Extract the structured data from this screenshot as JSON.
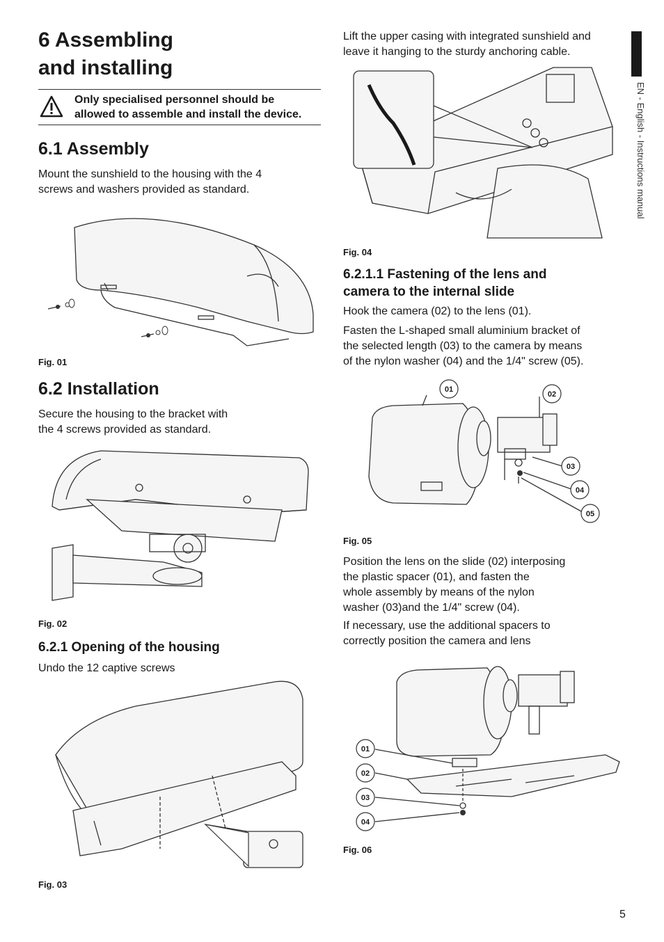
{
  "chapter": {
    "title_line1": "6  Assembling",
    "title_line2": "and installing"
  },
  "warning": {
    "text_line1": "Only specialised personnel should be",
    "text_line2": "allowed to assemble and install the device."
  },
  "sec61": {
    "heading": "6.1  Assembly",
    "body_line1": "Mount the sunshield to the housing with the 4",
    "body_line2": "screws and washers provided as standard.",
    "fig": "Fig. 01"
  },
  "sec62": {
    "heading": "6.2  Installation",
    "body_line1": "Secure the housing to the bracket with",
    "body_line2": "the 4 screws provided as standard.",
    "fig": "Fig. 02"
  },
  "sec621": {
    "heading": "6.2.1  Opening of the housing",
    "body": "Undo the 12 captive screws",
    "fig": "Fig. 03"
  },
  "right_intro": {
    "line1": "Lift the upper casing with integrated sunshield and",
    "line2": "leave it hanging to the sturdy anchoring cable.",
    "fig": "Fig. 04"
  },
  "sec6211": {
    "heading_line1": "6.2.1.1  Fastening of the lens and",
    "heading_line2": "camera to the internal slide",
    "p1": "Hook the camera (02) to the lens (01).",
    "p2_line1": "Fasten the L-shaped small aluminium bracket of",
    "p2_line2": "the selected length (03) to the camera by means",
    "p2_line3": "of the nylon washer (04) and the 1/4\" screw (05).",
    "fig05": "Fig. 05",
    "fig05_callouts": [
      "01",
      "02",
      "03",
      "04",
      "05"
    ],
    "p3_line1": "Position the lens on the slide (02) interposing",
    "p3_line2": "the plastic spacer (01), and fasten the",
    "p3_line3": "whole assembly by means of the nylon",
    "p3_line4": "washer (03)and the 1/4\" screw (04).",
    "p4_line1": "If necessary, use the additional spacers to",
    "p4_line2": "correctly position the camera and lens",
    "fig06": "Fig. 06",
    "fig06_callouts": [
      "01",
      "02",
      "03",
      "04"
    ]
  },
  "side_tab": "EN - English - Instructions manual",
  "page_number": "5"
}
